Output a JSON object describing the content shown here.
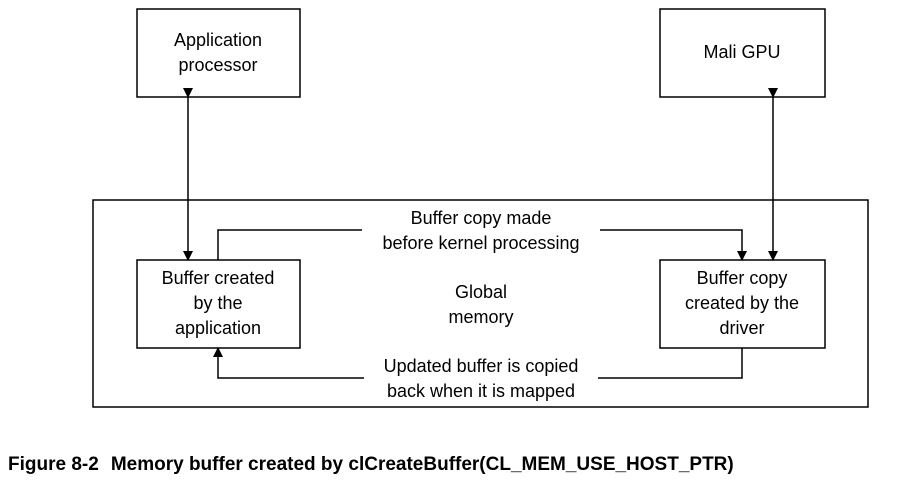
{
  "nodes": {
    "app_processor": {
      "line1": "Application",
      "line2": "processor"
    },
    "mali_gpu": {
      "line1": "Mali GPU"
    },
    "buffer_app": {
      "line1": "Buffer created",
      "line2": "by the",
      "line3": "application"
    },
    "buffer_driver": {
      "line1": "Buffer copy",
      "line2": "created by the",
      "line3": "driver"
    },
    "global_memory": {
      "line1": "Global",
      "line2": "memory"
    }
  },
  "edges": {
    "copy_before": {
      "line1": "Buffer copy made",
      "line2": "before kernel processing"
    },
    "copy_back": {
      "line1": "Updated buffer is copied",
      "line2": "back when it is mapped"
    }
  },
  "caption": {
    "number": "Figure 8-2",
    "title": "Memory buffer created by clCreateBuffer(CL_MEM_USE_HOST_PTR)"
  }
}
